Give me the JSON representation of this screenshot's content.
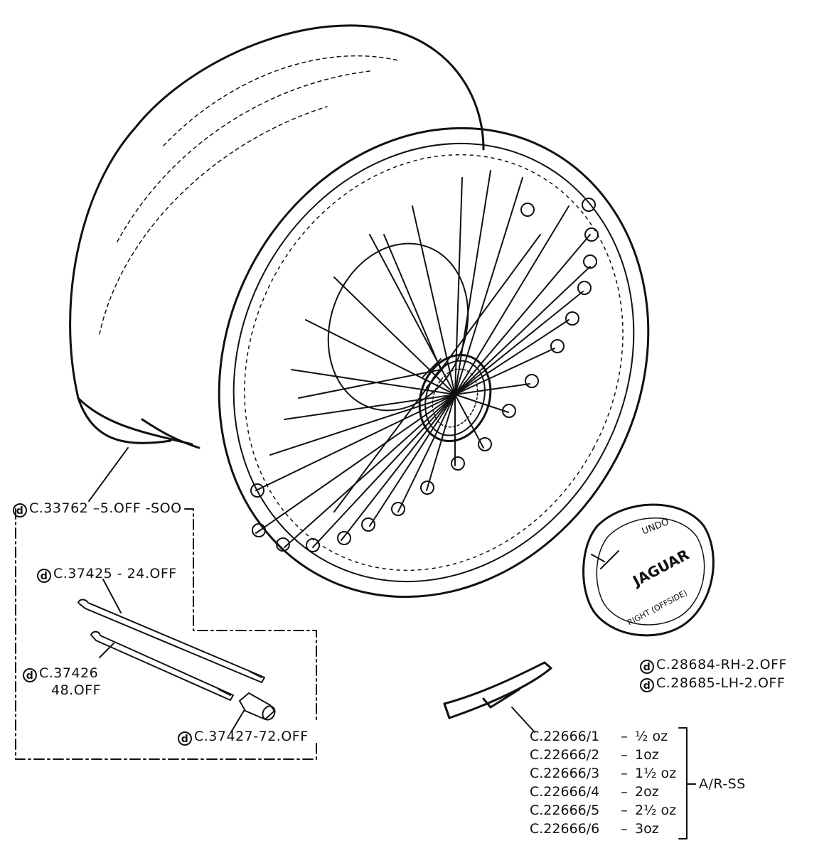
{
  "callouts": {
    "wheel": {
      "mark": "d",
      "text": "C.33762 –5.OFF -SOO"
    },
    "spoke_long": {
      "mark": "d",
      "text": "C.37425 - 24.OFF"
    },
    "spoke_short": {
      "mark": "d",
      "text": "C.37426",
      "text2": "48.OFF"
    },
    "nipple": {
      "mark": "d",
      "text": "C.37427-72.OFF"
    },
    "cap_rh": {
      "mark": "d",
      "text": "C.28684-RH-2.OFF"
    },
    "cap_lh": {
      "mark": "d",
      "text": "C.28685-LH-2.OFF"
    }
  },
  "knockoff_cap": {
    "text_top": "UNDO",
    "text_brand": "JAGUAR",
    "text_bottom": "RIGHT (OFFSIDE)"
  },
  "balance_weights": {
    "group_label": "A/R-SS",
    "rows": [
      {
        "part": "C.22666/1",
        "weight": "½ oz"
      },
      {
        "part": "C.22666/2",
        "weight": "1oz"
      },
      {
        "part": "C.22666/3",
        "weight": "1½ oz"
      },
      {
        "part": "C.22666/4",
        "weight": "2oz"
      },
      {
        "part": "C.22666/5",
        "weight": "2½ oz"
      },
      {
        "part": "C.22666/6",
        "weight": "3oz"
      }
    ]
  }
}
